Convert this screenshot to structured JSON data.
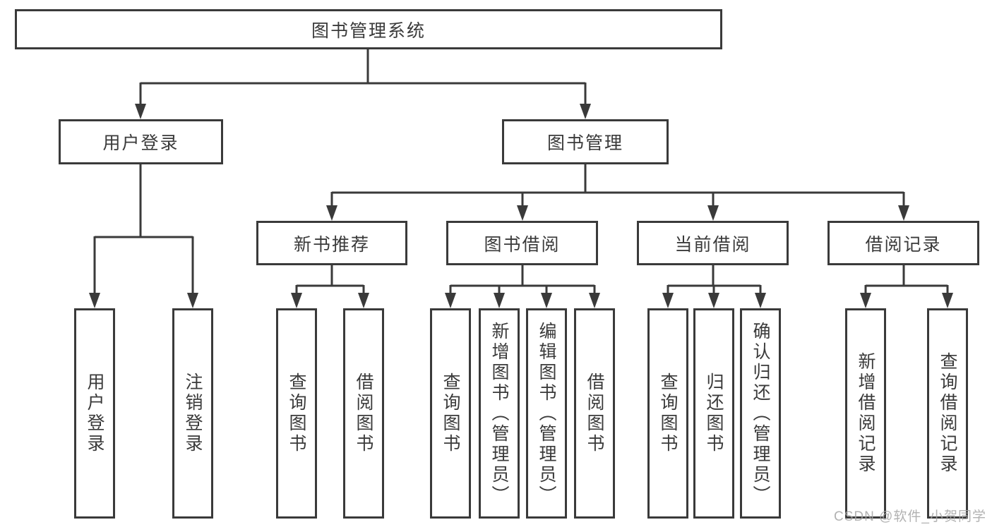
{
  "diagram": {
    "root": {
      "label": "图书管理系统"
    },
    "user_login": {
      "label": "用户登录",
      "children": [
        {
          "label": "用户登录"
        },
        {
          "label": "注销登录"
        }
      ]
    },
    "book_mgmt": {
      "label": "图书管理",
      "children": [
        {
          "label": "新书推荐",
          "children": [
            {
              "label": "查询图书"
            },
            {
              "label": "借阅图书"
            }
          ]
        },
        {
          "label": "图书借阅",
          "children": [
            {
              "label": "查询图书"
            },
            {
              "label": "新增图书（管理员）"
            },
            {
              "label": "编辑图书（管理员）"
            },
            {
              "label": "借阅图书"
            }
          ]
        },
        {
          "label": "当前借阅",
          "children": [
            {
              "label": "查询图书"
            },
            {
              "label": "归还图书"
            },
            {
              "label": "确认归还（管理员）"
            }
          ]
        },
        {
          "label": "借阅记录",
          "children": [
            {
              "label": "新增借阅记录"
            },
            {
              "label": "查询借阅记录"
            }
          ]
        }
      ]
    }
  },
  "watermark": {
    "text": "CSDN @软件_小贺同学"
  },
  "colors": {
    "line": "#3a3a3a",
    "text": "#3a3a3a",
    "box_background": "#ffffff",
    "watermark": "#a5a5a5",
    "background": "#ffffff"
  }
}
